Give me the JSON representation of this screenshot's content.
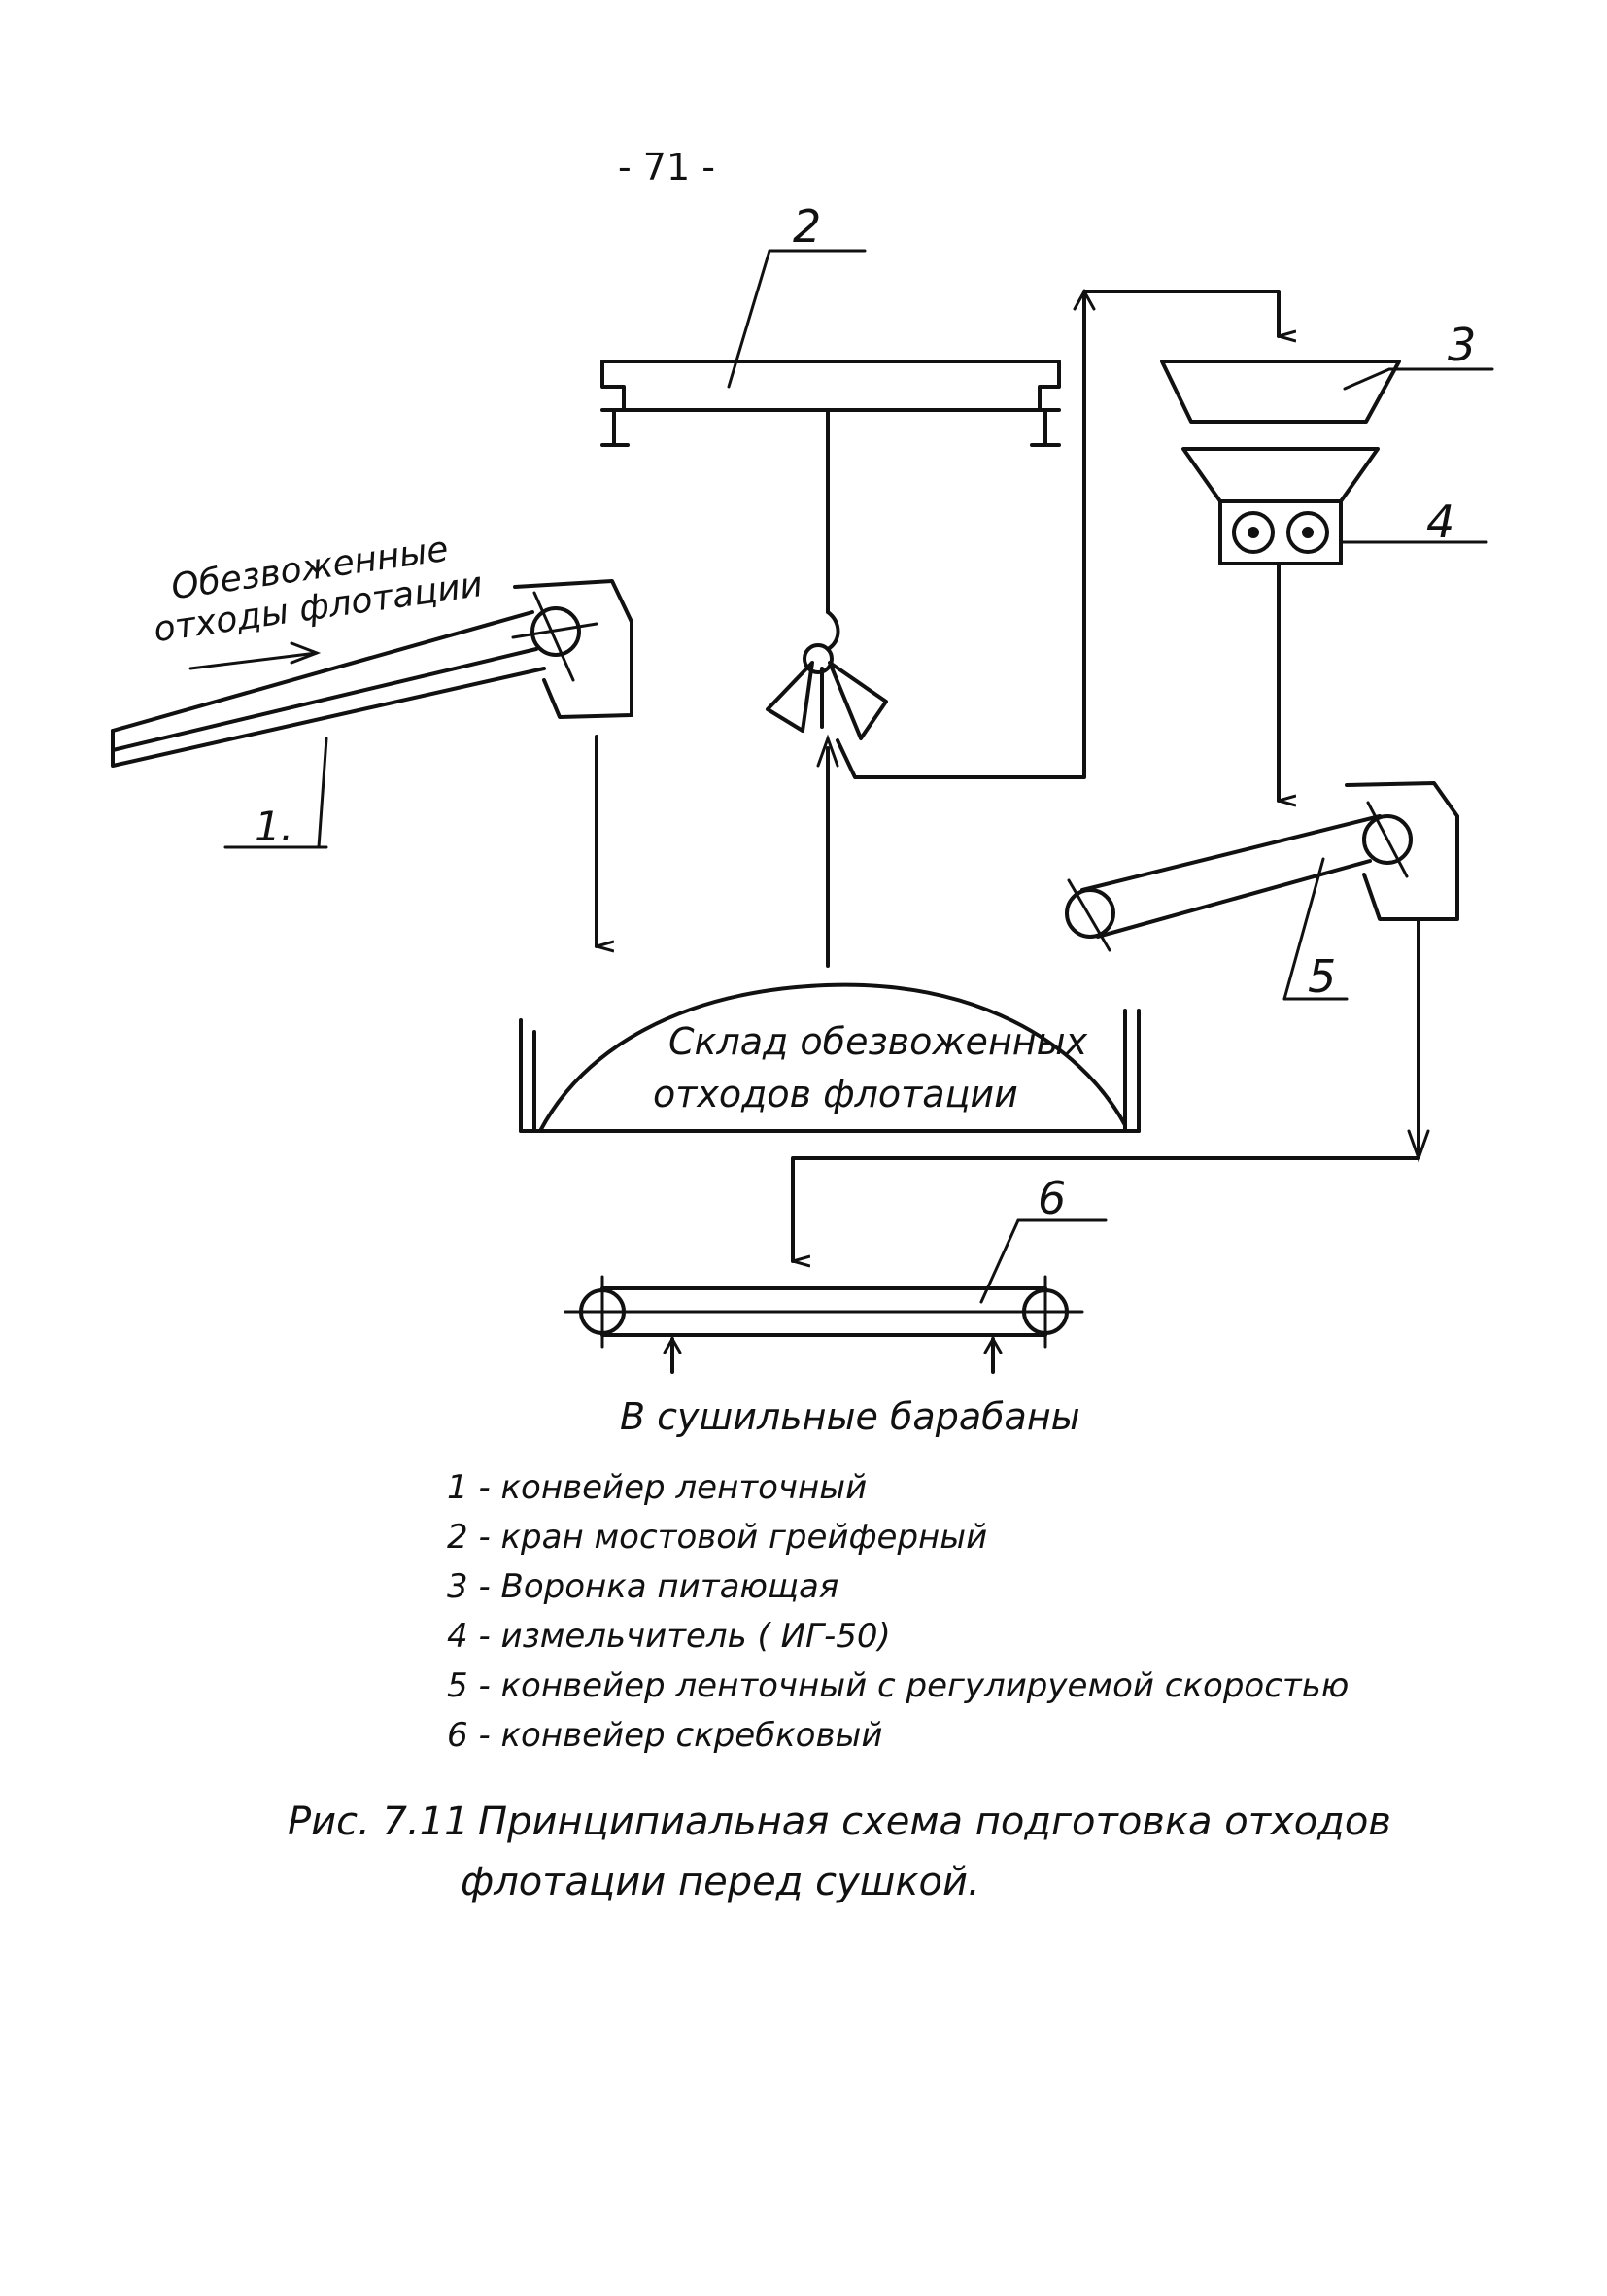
{
  "page_number": "- 71 -",
  "labels": {
    "n1": "1.",
    "n2": "2",
    "n3": "3",
    "n4": "4",
    "n5": "5",
    "n6": "6"
  },
  "input_text": {
    "line1": "Обезвоженные",
    "line2": "отходы   флотации"
  },
  "storage": {
    "line1": "Склад   обезвоженных",
    "line2": "отходов   флотации"
  },
  "output_text": "В  сушильные   барабаны",
  "legend": [
    "1 -  конвейер    ленточный",
    "2 -  кран   мостовой  грейферный",
    "3 -  Воронка   питающая",
    "4 -  измельчитель ( ИГ-50)",
    "5 - конвейер   ленточный  с   регулируемой  скоростью",
    "6 -  конвейер   скребковый"
  ],
  "caption": {
    "number": "Рис. 7.11",
    "line1": "Принципиальная    схема    подготовка    отходов",
    "line2": "флотации   перед   сушкой."
  }
}
